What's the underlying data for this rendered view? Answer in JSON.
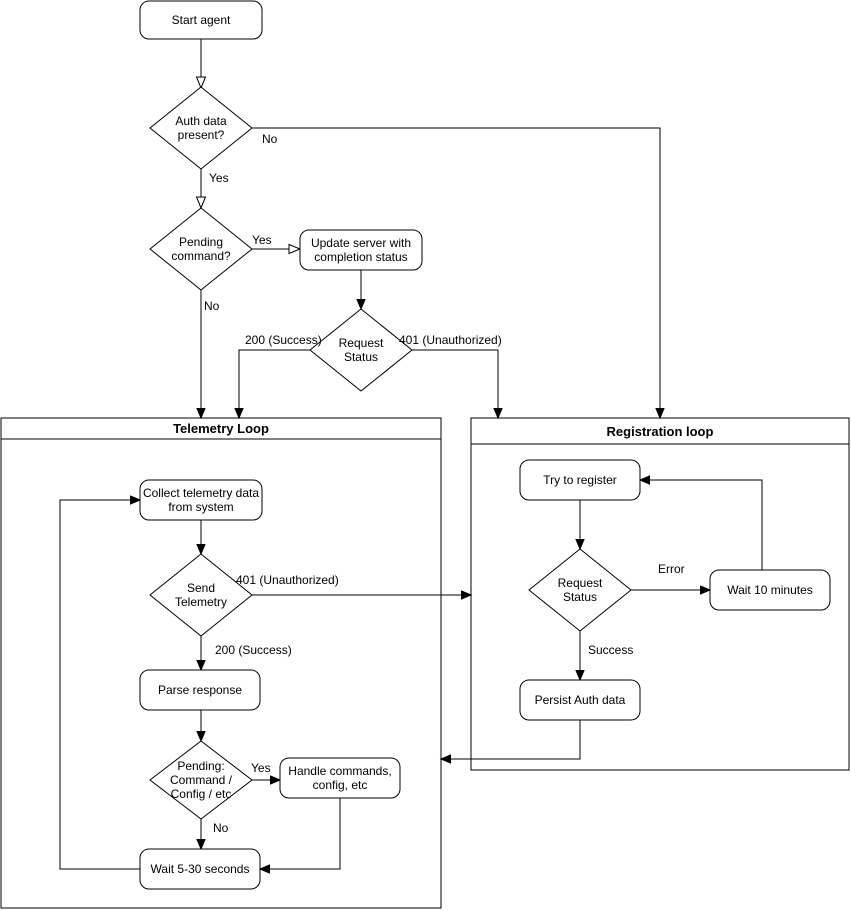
{
  "colors": {
    "stroke": "#000000",
    "shape_fill": "#ffffff",
    "text": "#000000",
    "background": "#ffffff"
  },
  "diagram": {
    "containers": {
      "telemetry": {
        "title": "Telemetry Loop"
      },
      "registration": {
        "title": "Registration loop"
      }
    },
    "nodes": {
      "start": "Start agent",
      "update_server": "Update server with\ncompletion status",
      "collect_telemetry": "Collect telemetry data\nfrom system",
      "parse_response": "Parse response",
      "handle_commands": "Handle commands,\nconfig, etc",
      "wait_5_30": "Wait 5-30 seconds",
      "try_register": "Try to register",
      "wait_10_min": "Wait 10 minutes",
      "persist_auth": "Persist Auth data"
    },
    "decisions": {
      "auth_present": "Auth data\npresent?",
      "pending_command": "Pending\ncommand?",
      "request_status_1": "Request\nStatus",
      "send_telemetry": "Send\nTelemetry",
      "pending_ccc": "Pending:\nCommand /\nConfig / etc",
      "request_status_2": "Request\nStatus"
    },
    "edge_labels": {
      "auth_no": "No",
      "auth_yes": "Yes",
      "pending_yes": "Yes",
      "pending_no": "No",
      "rs1_success": "200 (Success)",
      "rs1_unauthorized": "401 (Unauthorized)",
      "send_unauthorized": "401 (Unauthorized)",
      "send_success": "200 (Success)",
      "ccc_yes": "Yes",
      "ccc_no": "No",
      "rs2_error": "Error",
      "rs2_success": "Success"
    }
  }
}
